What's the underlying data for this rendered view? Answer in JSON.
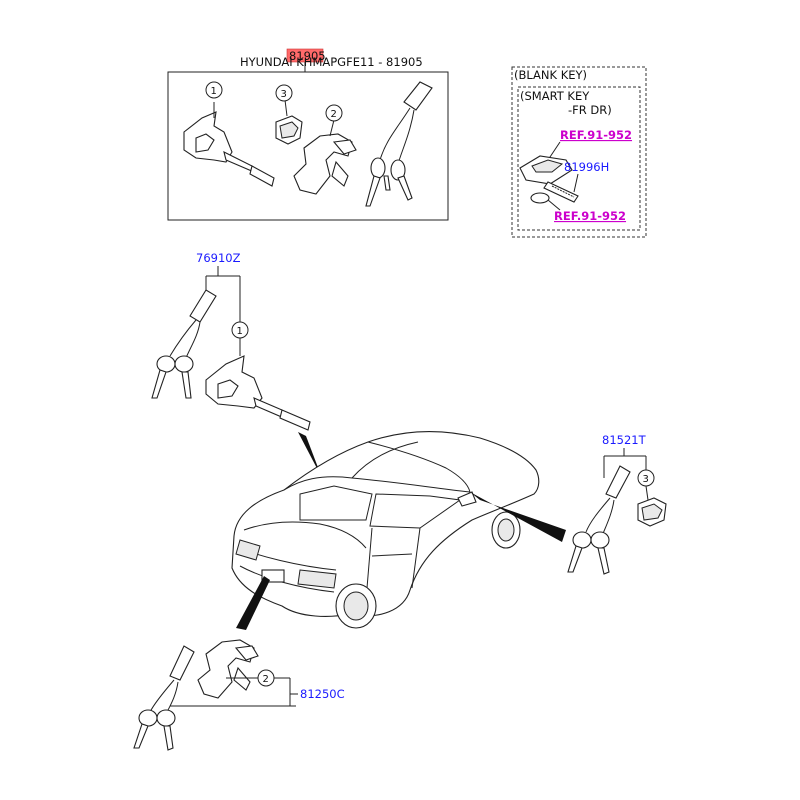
{
  "header": {
    "highlight_code": "81905",
    "title": "HYUNDAI KHMAPGFE11 - 81905"
  },
  "smart_key_box": {
    "line1": "(BLANK KEY)",
    "line2": "(SMART KEY",
    "line3": "-FR DR)",
    "ref_top": "REF.91-952",
    "ref_bottom": "REF.91-952",
    "part_code": "81996H"
  },
  "callouts": {
    "one": "1",
    "two": "2",
    "three": "3"
  },
  "part_codes": {
    "ignition_set": "76910Z",
    "door_set": "81521T",
    "trunk_set": "81250C"
  },
  "colors": {
    "part_code": "#1a1aff",
    "reference": "#cc00cc",
    "highlight": "#ff6a6a"
  }
}
